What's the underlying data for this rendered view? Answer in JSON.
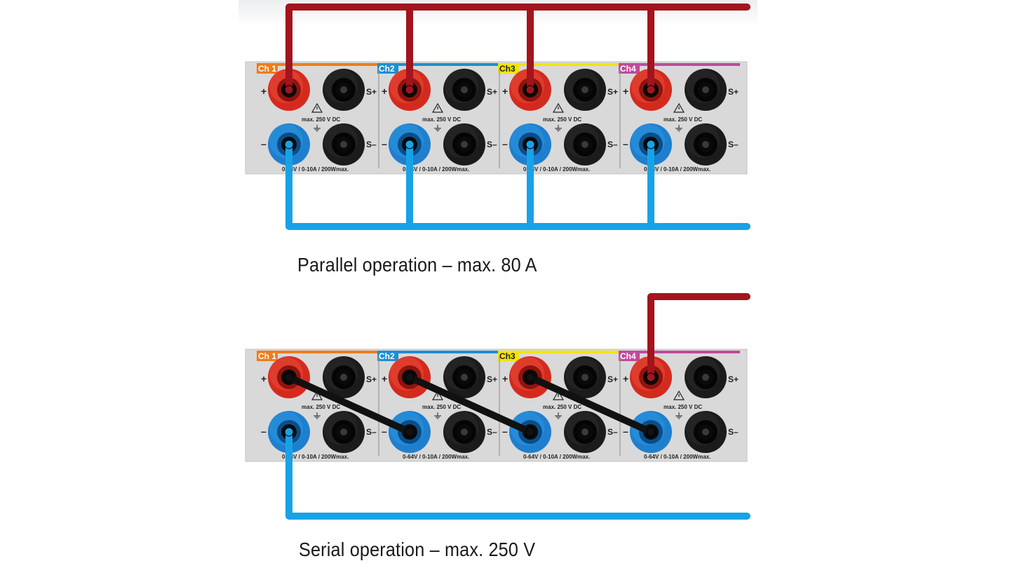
{
  "captions": {
    "parallel": "Parallel operation – max. 80 A",
    "serial": "Serial operation – max. 250 V"
  },
  "terminal_labels": {
    "plus": "+",
    "minus": "–",
    "sense_plus": "S+",
    "sense_minus": "S–",
    "max_voltage": "max. 250 V DC",
    "rating": "0-64V / 0-10A / 200Wmax."
  },
  "channels": [
    {
      "label": "Ch 1",
      "color": "#ef7d1a"
    },
    {
      "label": "Ch2",
      "color": "#1d8fd0"
    },
    {
      "label": "Ch3",
      "color": "#f3e500"
    },
    {
      "label": "Ch4",
      "color": "#c04a9a"
    }
  ],
  "colors": {
    "panel": "#d9d9d9",
    "panel_line": "#9a9a9a",
    "wire_positive": "#a3141d",
    "wire_negative": "#18a2e6",
    "wire_bridge": "#111111",
    "jack_red": "#d42a1e",
    "jack_blue": "#1e7fcf",
    "jack_black": "#1b1b1b"
  },
  "panels": [
    {
      "id": "parallel",
      "wiring": "parallel"
    },
    {
      "id": "serial",
      "wiring": "serial"
    }
  ]
}
